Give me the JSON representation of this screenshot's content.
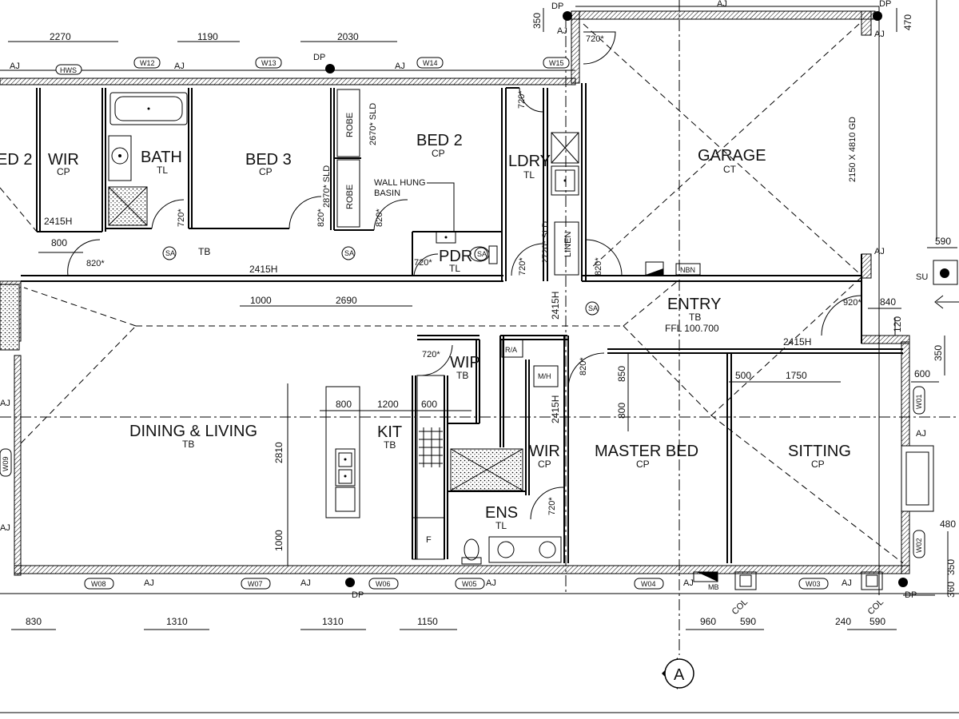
{
  "rooms": {
    "bed2_left": {
      "name": "ED 2"
    },
    "wir_left": {
      "name": "WIR",
      "finish": "CP"
    },
    "bath": {
      "name": "BATH",
      "finish": "TL"
    },
    "bed3": {
      "name": "BED 3",
      "finish": "CP"
    },
    "bed2": {
      "name": "BED 2",
      "finish": "CP"
    },
    "ldry": {
      "name": "LDRY",
      "finish": "TL"
    },
    "garage": {
      "name": "GARAGE",
      "finish": "CT"
    },
    "pdr": {
      "name": "PDR",
      "finish": "TL"
    },
    "entry": {
      "name": "ENTRY",
      "finish": "TB",
      "ffl": "FFL 100.700"
    },
    "wip": {
      "name": "WIP",
      "finish": "TB"
    },
    "dining": {
      "name": "DINING & LIVING",
      "finish": "TB"
    },
    "kit": {
      "name": "KIT",
      "finish": "TB"
    },
    "wir_master": {
      "name": "WIR",
      "finish": "CP"
    },
    "master": {
      "name": "MASTER BED",
      "finish": "CP"
    },
    "sitting": {
      "name": "SITTING",
      "finish": "CP"
    },
    "ens": {
      "name": "ENS",
      "finish": "TL"
    },
    "hall": {
      "finish": "TB"
    }
  },
  "fixtures": {
    "robe": "ROBE",
    "robe_sld": "2670* SLD",
    "robe2_sld": "2870* SLD",
    "wall_hung": "WALL HUNG",
    "basin": "BASIN",
    "linen": "LINEN",
    "linen_sld": "2720* SLD",
    "mh": "M/H",
    "ra": "R/A",
    "fridge": "F",
    "nbn": "NBN",
    "mb": "MB",
    "su": "SU",
    "hws": "HWS",
    "garage_door": "2150 X 4810 GD",
    "sa": "SA"
  },
  "windows": [
    "W12",
    "W13",
    "W14",
    "W15",
    "W08",
    "W07",
    "W06",
    "W05",
    "W04",
    "W03",
    "W01",
    "W02",
    "W09"
  ],
  "labels": {
    "aj": "AJ",
    "dp": "DP",
    "col": "COL",
    "section": "A"
  },
  "doors": {
    "d720": "720*",
    "d820": "820*",
    "d920": "920*"
  },
  "dims_top": [
    "2270",
    "1190",
    "2030"
  ],
  "dims_bottom": [
    "830",
    "1310",
    "1310",
    "1150",
    "960",
    "590",
    "240",
    "590"
  ],
  "dims_misc": {
    "h2415": "2415H",
    "d800": "800",
    "d1000": "1000",
    "d2690": "2690",
    "d2810": "2810",
    "d1200": "1200",
    "d600": "600",
    "d850": "850",
    "d500": "500",
    "d1750": "1750",
    "d590": "590",
    "d840": "840",
    "d120": "120",
    "d350": "350",
    "d470": "470",
    "d480": "480",
    "d360": "360"
  }
}
